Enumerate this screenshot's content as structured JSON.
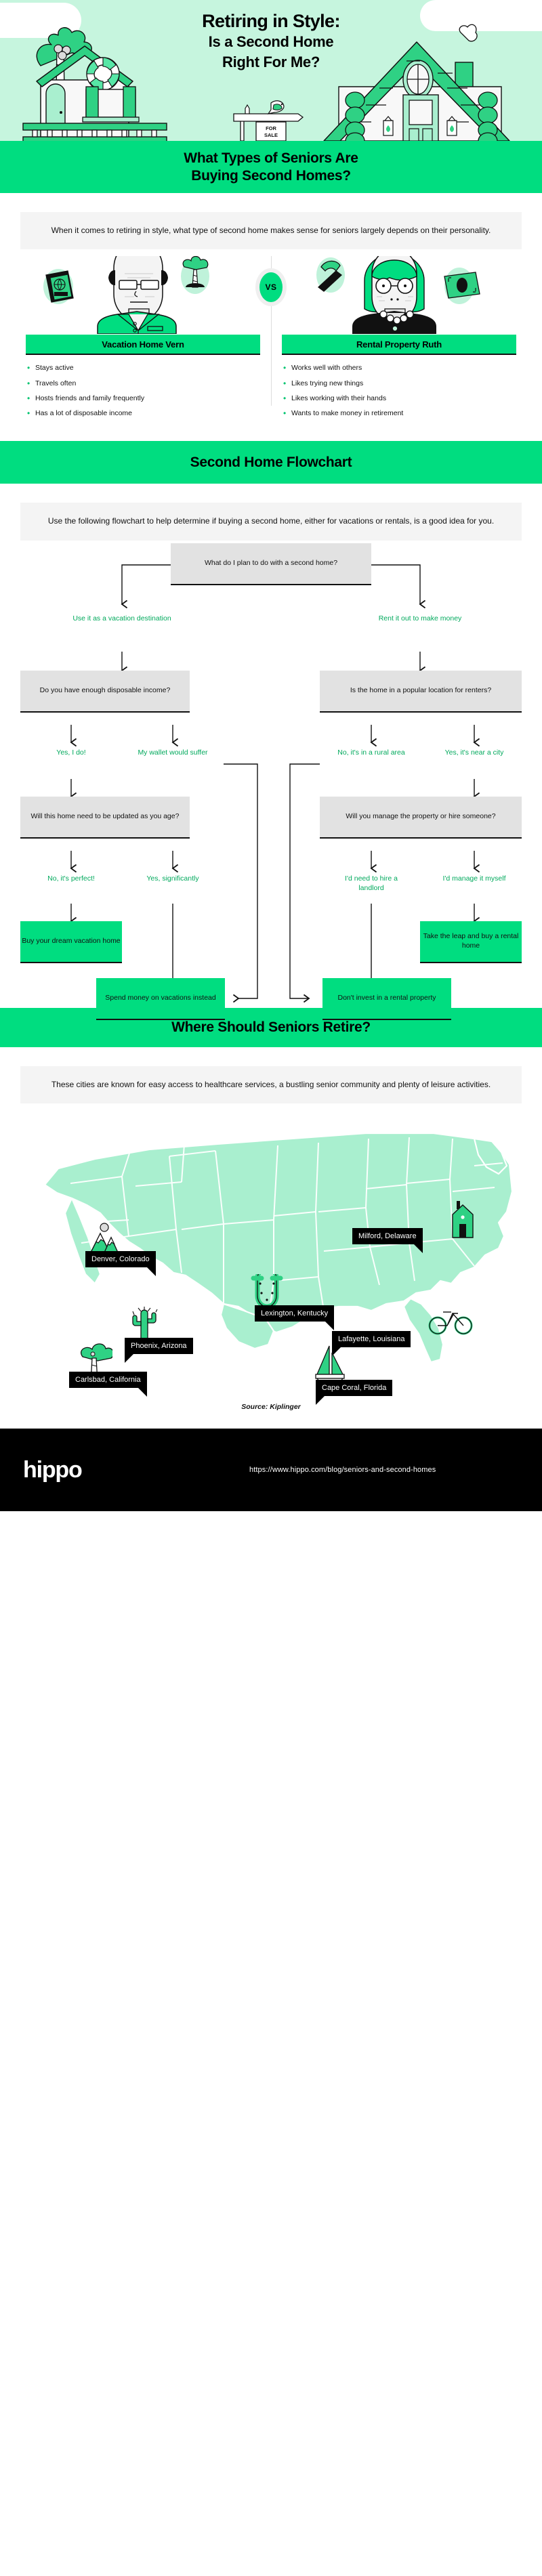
{
  "hero": {
    "title_line1": "Retiring in Style:",
    "title_line2": "Is a Second Home",
    "title_line3": "Right For Me?",
    "for_sale_sign": "FOR SALE"
  },
  "section_types": {
    "band_title_line1": "What Types of Seniors Are",
    "band_title_line2": "Buying Second Homes?",
    "callout": "When it comes to retiring in style, what type of second home makes sense for seniors largely depends on their personality.",
    "vs_label": "VS",
    "personas": [
      {
        "name": "Vacation Home Vern",
        "traits": [
          "Stays active",
          "Travels often",
          "Hosts friends and family frequently",
          "Has a lot of disposable income"
        ]
      },
      {
        "name": "Rental Property Ruth",
        "traits": [
          "Works well with others",
          "Likes trying new things",
          "Likes working with their hands",
          "Wants to make money in retirement"
        ]
      }
    ]
  },
  "section_flowchart": {
    "band_title": "Second Home Flowchart",
    "callout": "Use the following flowchart to help determine if buying a second home, either for vacations or rentals, is a good idea for you.",
    "nodes": {
      "start": "What do I plan to do with a second home?",
      "q_income": "Do you have enough disposable income?",
      "q_location": "Is the home in a popular location for renters?",
      "q_updated": "Will this home need to be updated as you age?",
      "q_manage": "Will you manage the property or hire someone?",
      "end_buy_vacation": "Buy your dream vacation home",
      "end_spend_vacations": "Spend money on vacations instead",
      "end_buy_rental": "Take the leap and buy a rental home",
      "end_dont_invest": "Don't invest in a rental property"
    },
    "edges": {
      "use_vacation": "Use it as a vacation destination",
      "rent_out": "Rent it out to make money",
      "yes_i_do": "Yes, I do!",
      "wallet_suffer": "My wallet would suffer",
      "rural_area": "No, it's in a rural area",
      "near_city": "Yes, it's near a city",
      "no_perfect": "No, it's perfect!",
      "yes_significantly": "Yes, significantly",
      "hire_landlord": "I'd need to hire a landlord",
      "manage_myself": "I'd manage it myself"
    }
  },
  "section_retire": {
    "band_title": "Where Should Seniors Retire?",
    "callout": "These cities are known for easy access to healthcare services, a bustling senior community and plenty of leisure activities.",
    "pins": [
      {
        "label": "Milford, Delaware",
        "icon": "house-icon"
      },
      {
        "label": "Denver, Colorado",
        "icon": "mountain-icon"
      },
      {
        "label": "Phoenix, Arizona",
        "icon": "cactus-icon"
      },
      {
        "label": "Lexington, Kentucky",
        "icon": "horseshoe-icon"
      },
      {
        "label": "Carlsbad, California",
        "icon": "palm-tree-icon"
      },
      {
        "label": "Lafayette, Louisiana",
        "icon": "bicycle-icon"
      },
      {
        "label": "Cape Coral, Florida",
        "icon": "sailboat-icon"
      }
    ],
    "source": "Source: Kiplinger"
  },
  "footer": {
    "logo": "hippo",
    "url": "https://www.hippo.com/blog/seniors-and-second-homes"
  },
  "colors": {
    "brand_green": "#00dd80",
    "mint": "#c6f5de",
    "map_mint": "#a9efcf",
    "green_text": "#00a95c",
    "grey_box": "#e2e2e2",
    "callout_bg": "#f4f4f4",
    "black": "#000000"
  }
}
